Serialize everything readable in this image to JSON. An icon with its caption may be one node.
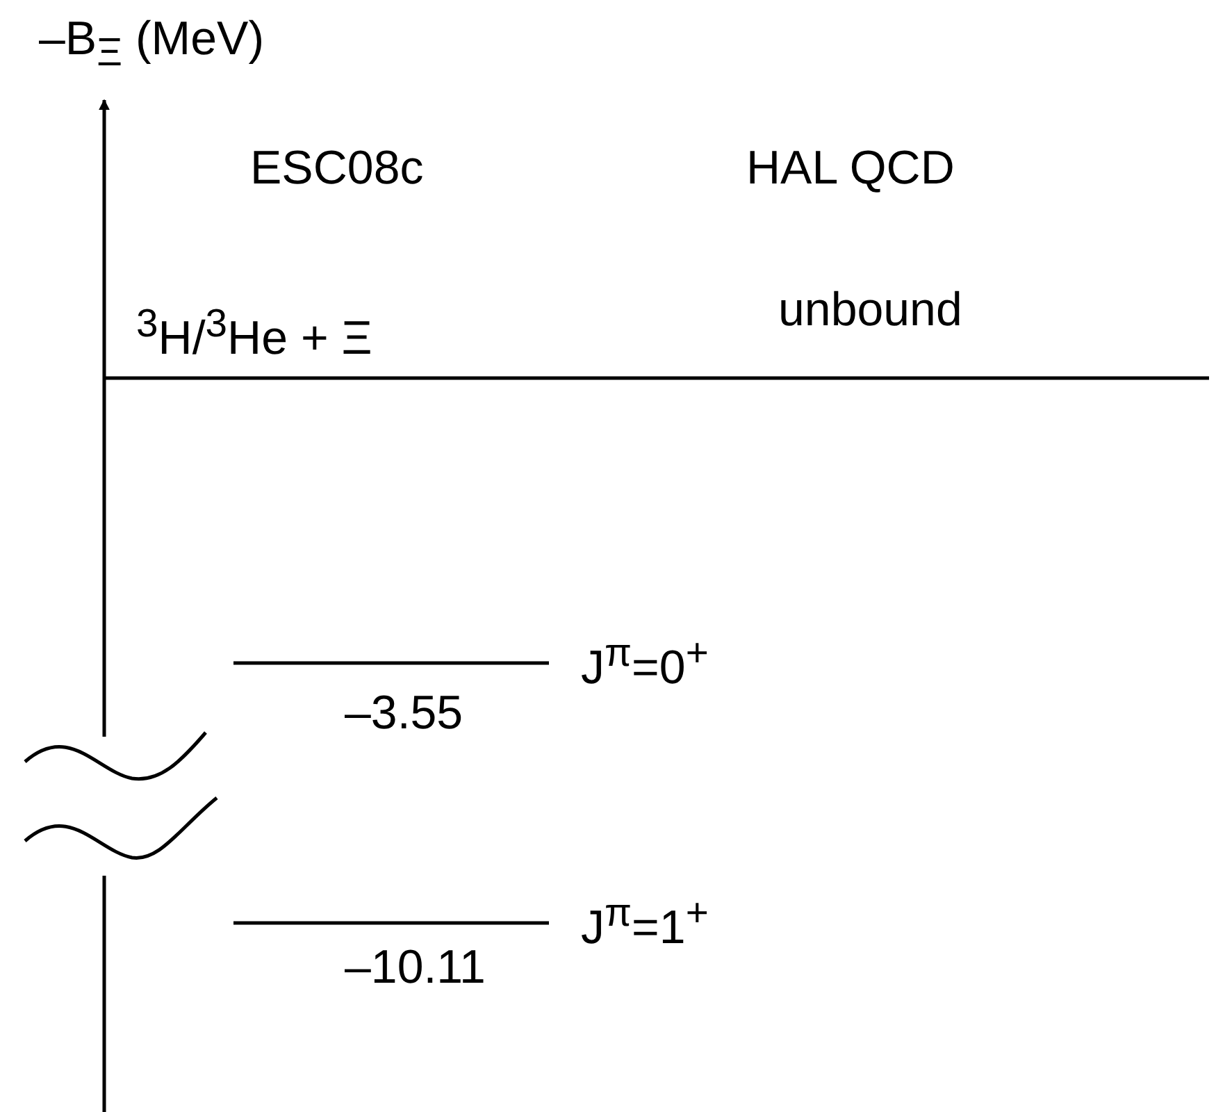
{
  "diagram": {
    "labels": [
      "–B$_{Ξ}$ (MeV)",
      "ESC08c",
      "HAL QCD",
      "$^{3}$H/$^{3}$He + Ξ",
      "unbound",
      "J$^{π}$=0$^{+}$",
      "–3.55",
      "J$^{π}$=1$^{+}$",
      "–10.11"
    ]
  }
}
